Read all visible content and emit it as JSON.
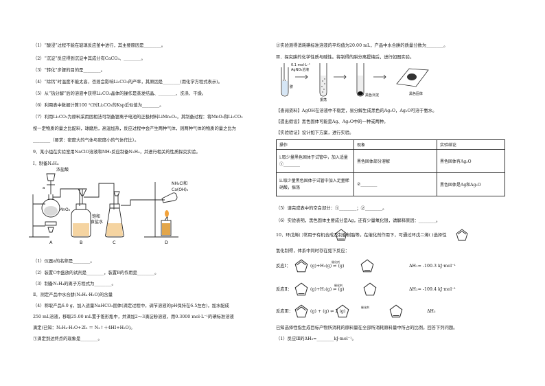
{
  "left": {
    "q1": "（1）“酸浸”过程不能在玻璃反应釜中进行，其主要原因是________。",
    "q2": "（2）“沉淀”反应得到沉淀中其成分有CaCO₃、________。",
    "q3": "（3）“转化”步骤的目的是________。",
    "q4": "（4）“除钙”时温度不能太高，否则会影响Li₂CO₃的产率，其原因是________(用化学方程式表示)。",
    "q5": "（5）从“热分解”后的溶液中获得Li₂CO₃晶体的操作是蒸发结晶、________、洗涤、干燥。",
    "q6": "（6）利用表中数据计算100 ℃时Li₂CO₃的Ksp近似值为________。",
    "q7a": "（7）利用Li₂CO₃为原料采用固相法可制备锂离子电池的正极材料LiMn₂O₄，其制备过程：将MnO₂和Li₂CO₃",
    "q7b": "按一定物质的量之比配料，球磨后，高温加热，反应过程中会产生两种气体，则两种气体的物质的量之比为",
    "q7c": "________（要求：密度大的气体与密度小的气体作比）。",
    "q9": "9．某小组在实验室用NaClO溶液和NH₃反应制备N₂H₄，并进行相关的性质探究实验。",
    "sec1": "Ⅰ．制备N₂H₄",
    "apparatus": {
      "acid": "浓盐酸",
      "mno2": "MnO₂",
      "a": "a",
      "sat1": "饱和",
      "sat2": "食盐水",
      "reagent1": "NH₄Cl和",
      "reagent2": "Ca(OH)₂",
      "A": "A",
      "B": "B",
      "C": "C",
      "D": "D"
    },
    "p1": "（1）仪器a的名称是________。",
    "p2": "（2）装置C中盛放的试剂是________，装置B的作用是________。",
    "p3": "（3）制备N₂H₄的离子方程式为________。",
    "sec2": "Ⅱ．测定产品中水合肼(N₂H₄·H₂O)的含量",
    "m1": "（4）称取产品6.0 g，加入适量NaHCO₃固体(滴定过程中，调节溶液的pH保持在6.5左右)，加水配成",
    "m2": "250 mL溶液，移取25.00 mL置于锥形瓶中，并滴加2～3滴淀粉溶液，用0.3000 mol·L⁻¹的碘标准溶液",
    "m3": "滴定(已知：N₂H₄·H₂O+2I₂ ＝ N₂↑＋4HI+H₂O)。",
    "m4": "①滴定到达终点的现象是________。"
  },
  "right": {
    "r1": "②实验测得消耗碘标准溶液的平均值为20.00 mL，产品中水合肼的质量分数为________。",
    "r2": "Ⅲ．探究肼的化学性质与碱性。将制得的肼分离提纯后，进行如图实验。",
    "fig": {
      "conc": "0.1 mol·L⁻¹",
      "agno3": "AgNO₃溶液",
      "hydrazine": "肼",
      "shake": "振荡",
      "blackppt": "黑色沉淀",
      "blacksolid": "黑色固体"
    },
    "info": "【查阅资料】AgOH在溶液中不稳定，易分解生成黑色的Ag₂O，Ag₂O可溶于氨水。",
    "hyp": "【提出假设】黑色固体可能是Ag、Ag₂O中的一种或两种。",
    "ver": "【实验验证】设计如下方案，进行实验。",
    "table": {
      "headers": [
        "操作",
        "现象",
        "实验结论"
      ],
      "rows": [
        [
          "i.取少量黑色固体于试管中，加入适量①________",
          "黑色固体部分溶解",
          "黑色固体有Ag₂O"
        ],
        [
          "ii.取少量黑色固体于试管中加入足量稀硝酸，振荡",
          "②________",
          "黑色固体是Ag和Ag₂O"
        ]
      ]
    },
    "s5": "（5）请完成表中的空白部分：①________；②________。",
    "s6": "（6）实验表明，黑色固体主要成分是Ag，还有少量氧化银，请解释原因：________。",
    "q10a": "10．环戊烯(   )常用于有机合成及制备树脂等。在催化剂作用下，可通过环戊二烯(   )选择性",
    "q10b": "氢化制得，体系中同时存在如下反应：",
    "rx1_label": "反应Ⅰ：",
    "rx1_eq": "(g)+H₂(g) ⇌ (g)",
    "rx1_dh": "ΔH₁= -100.3 kJ·mol⁻¹",
    "rx2_label": "反应Ⅱ：",
    "rx2_eq": "(g)+H₂(g) ⇌ (g)",
    "rx2_dh": "ΔH₂= -109.4 kJ·mol⁻¹",
    "rx3_label": "反应Ⅲ：",
    "rx3_eq": "(g) + (g) ⇌ 2 (g)",
    "rx3_dh": "ΔH₃",
    "cat": "催化剂",
    "end1": "已知选择性指生成目标产物所消耗的原料量在全部所消耗原料量中所占的比例。回答下列问题。",
    "end2": "（1）反应Ⅲ的ΔH₃=________kJ·mol⁻¹。"
  }
}
